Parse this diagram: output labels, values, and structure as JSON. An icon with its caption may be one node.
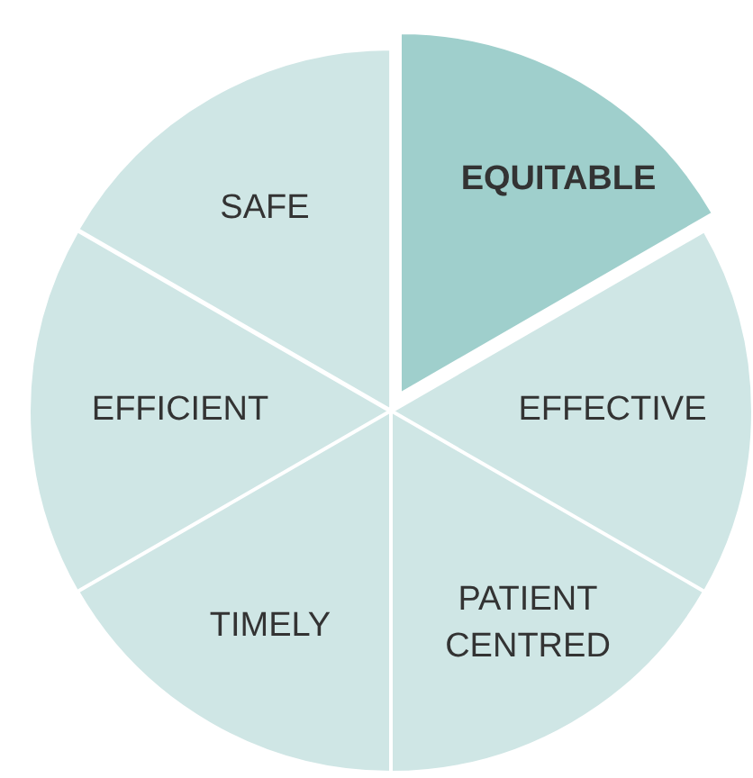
{
  "diagram": {
    "nodes": [
      {
        "text": [
          "SAFE"
        ]
      },
      {
        "text": [
          "EQUITABLE"
        ]
      },
      {
        "text": [
          "EFFICIENT"
        ]
      },
      {
        "text": [
          "EFFECTIVE"
        ]
      },
      {
        "text": [
          "TIMELY"
        ]
      },
      {
        "text": [
          "PATIENT CENTRED"
        ]
      }
    ]
  }
}
